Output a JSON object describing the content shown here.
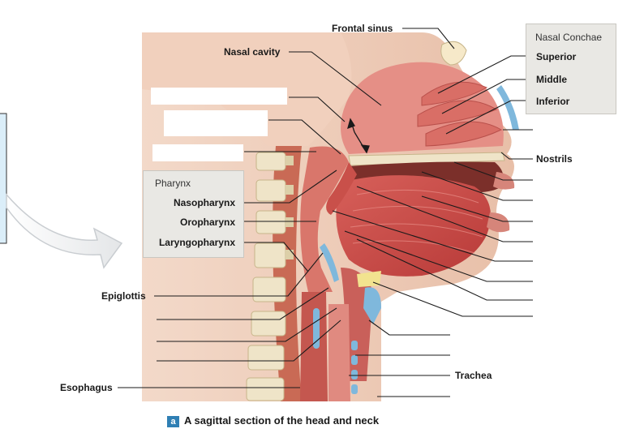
{
  "colors": {
    "caption_box": "#2f7fb4",
    "leader_line": "#1a1a1a",
    "callout_frame": "#bcdcf0"
  },
  "labels": {
    "frontal_sinus": "Frontal sinus",
    "nasal_cavity": "Nasal cavity",
    "nostrils": "Nostrils",
    "epiglottis": "Epiglottis",
    "esophagus": "Esophagus",
    "trachea": "Trachea"
  },
  "nasal_conchae": {
    "title": "Nasal Conchae",
    "superior": "Superior",
    "middle": "Middle",
    "inferior": "Inferior"
  },
  "pharynx": {
    "title": "Pharynx",
    "nasopharynx": "Nasopharynx",
    "oropharynx": "Oropharynx",
    "laryngopharynx": "Laryngopharynx"
  },
  "caption": {
    "letter": "a",
    "text": "A sagittal section of the head and neck"
  }
}
